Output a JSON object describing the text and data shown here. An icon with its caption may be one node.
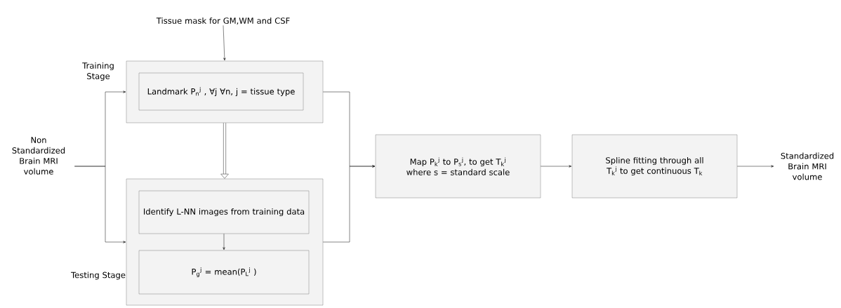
{
  "diagram": {
    "nodes": [
      {
        "text": [
          "Tissue mask for GM,WM and CSF"
        ]
      },
      {
        "text": [
          "Training Stage"
        ]
      },
      {
        "text": [
          "Landmark P$_{n}$$^{j}$ , ∀j ∀n, j = tissue type"
        ],
        "in": 1
      },
      {
        "text": [
          "Testing Stage"
        ]
      },
      {
        "text": [
          "Identify L-NN images from training data"
        ],
        "in": 3
      },
      {
        "text": [
          "P$_{g}$$^{j}$ = mean(P$_{L}$$^{j}$ )"
        ],
        "in": 3
      },
      {
        "text": [
          "Non Standardized Brain MRI volume"
        ]
      },
      {
        "text": [
          "Map P$_{k}$$^{j}$ to P$_{s}$$^{j}$, to get T$_{k}$$^{j}$ where s = standard scale"
        ]
      },
      {
        "text": [
          "Spline fitting through all T$_{k}$$^{j}$ to get continuous T$_{k}$"
        ]
      },
      {
        "text": [
          "Standardized Brain MRI volume"
        ]
      }
    ],
    "edges": [
      {
        "from": 0,
        "to": 1,
        "arrow": "to"
      },
      {
        "from": 6,
        "to": 1,
        "arrow": "to"
      },
      {
        "from": 6,
        "to": 3,
        "arrow": "to"
      },
      {
        "from": 1,
        "to": 3,
        "arrow": "to",
        "style": "thick"
      },
      {
        "from": 4,
        "to": 5,
        "arrow": "to"
      },
      {
        "from": 1,
        "to": 7,
        "arrow": "to"
      },
      {
        "from": 3,
        "to": 7,
        "arrow": "to"
      },
      {
        "from": 7,
        "to": 8,
        "arrow": "to"
      },
      {
        "from": 8,
        "to": 9,
        "arrow": "to"
      }
    ]
  }
}
